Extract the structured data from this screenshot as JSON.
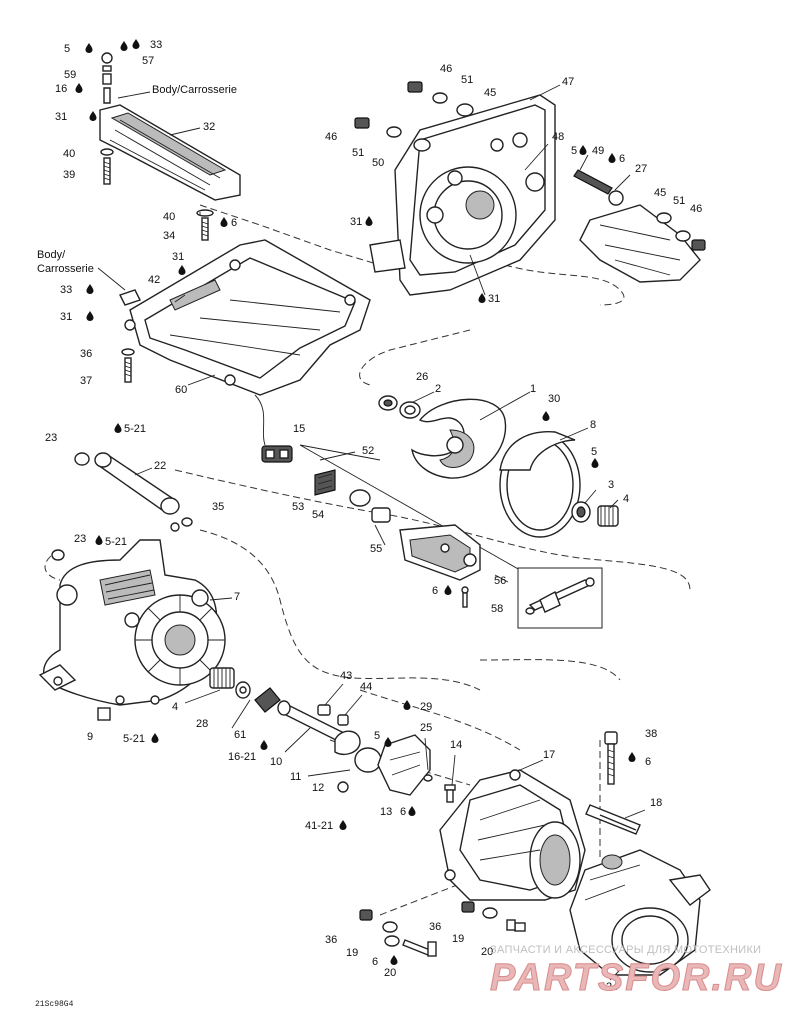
{
  "body_label_top": "Body/Carrosserie",
  "body_label_left_1": "Body/",
  "body_label_left_2": "Carrosserie",
  "figure_code": "21Sc98G4",
  "watermark_top": "ЗАПЧАСТИ И АКСЕССУАРЫ ДЛЯ МОТОТЕХНИКИ",
  "watermark_logo": "PARTSFOR.RU",
  "callouts": {
    "c5a": "5",
    "c33a": "33",
    "c57": "57",
    "c59": "59",
    "c16a": "16",
    "c31a": "31",
    "c32": "32",
    "c40a": "40",
    "c39": "39",
    "c40b": "40",
    "c34": "34",
    "c6a": "6",
    "c46a": "46",
    "c51a": "51",
    "c45a": "45",
    "c47": "47",
    "c46b": "46",
    "c51b": "51",
    "c50": "50",
    "c48": "48",
    "c5b": "5",
    "c49": "49",
    "c6b": "6",
    "c27": "27",
    "c45b": "45",
    "c51c": "51",
    "c46c": "46",
    "c31b": "31",
    "c31c": "31",
    "c31d": "31",
    "c42": "42",
    "c33b": "33",
    "c31e": "31",
    "c36a": "36",
    "c37": "37",
    "c60": "60",
    "c26": "26",
    "c2": "2",
    "c1": "1",
    "c30": "30",
    "c8": "8",
    "c5c": "5",
    "c3": "3",
    "c4a": "4",
    "c23a": "23",
    "c521a": "5-21",
    "c22": "22",
    "c15": "15",
    "c52": "52",
    "c53": "53",
    "c54": "54",
    "c35": "35",
    "c23b": "23",
    "c521b": "5-21",
    "c55": "55",
    "c7": "7",
    "c56": "56",
    "c6c": "6",
    "c58": "58",
    "c43": "43",
    "c44": "44",
    "c4b": "4",
    "c28": "28",
    "c61": "61",
    "c9": "9",
    "c521c": "5-21",
    "c1621": "16-21",
    "c10": "10",
    "c29": "29",
    "c25": "25",
    "c5d": "5",
    "c14": "14",
    "c11": "11",
    "c12": "12",
    "c13": "13",
    "c6d": "6",
    "c4121": "41-21",
    "c17": "17",
    "c38": "38",
    "c6e": "6",
    "c18": "18",
    "c36b": "36",
    "c19a": "19",
    "c36c": "36",
    "c19b": "19",
    "c20a": "20",
    "c6f": "6",
    "c20b": "20",
    "c24": "24"
  }
}
